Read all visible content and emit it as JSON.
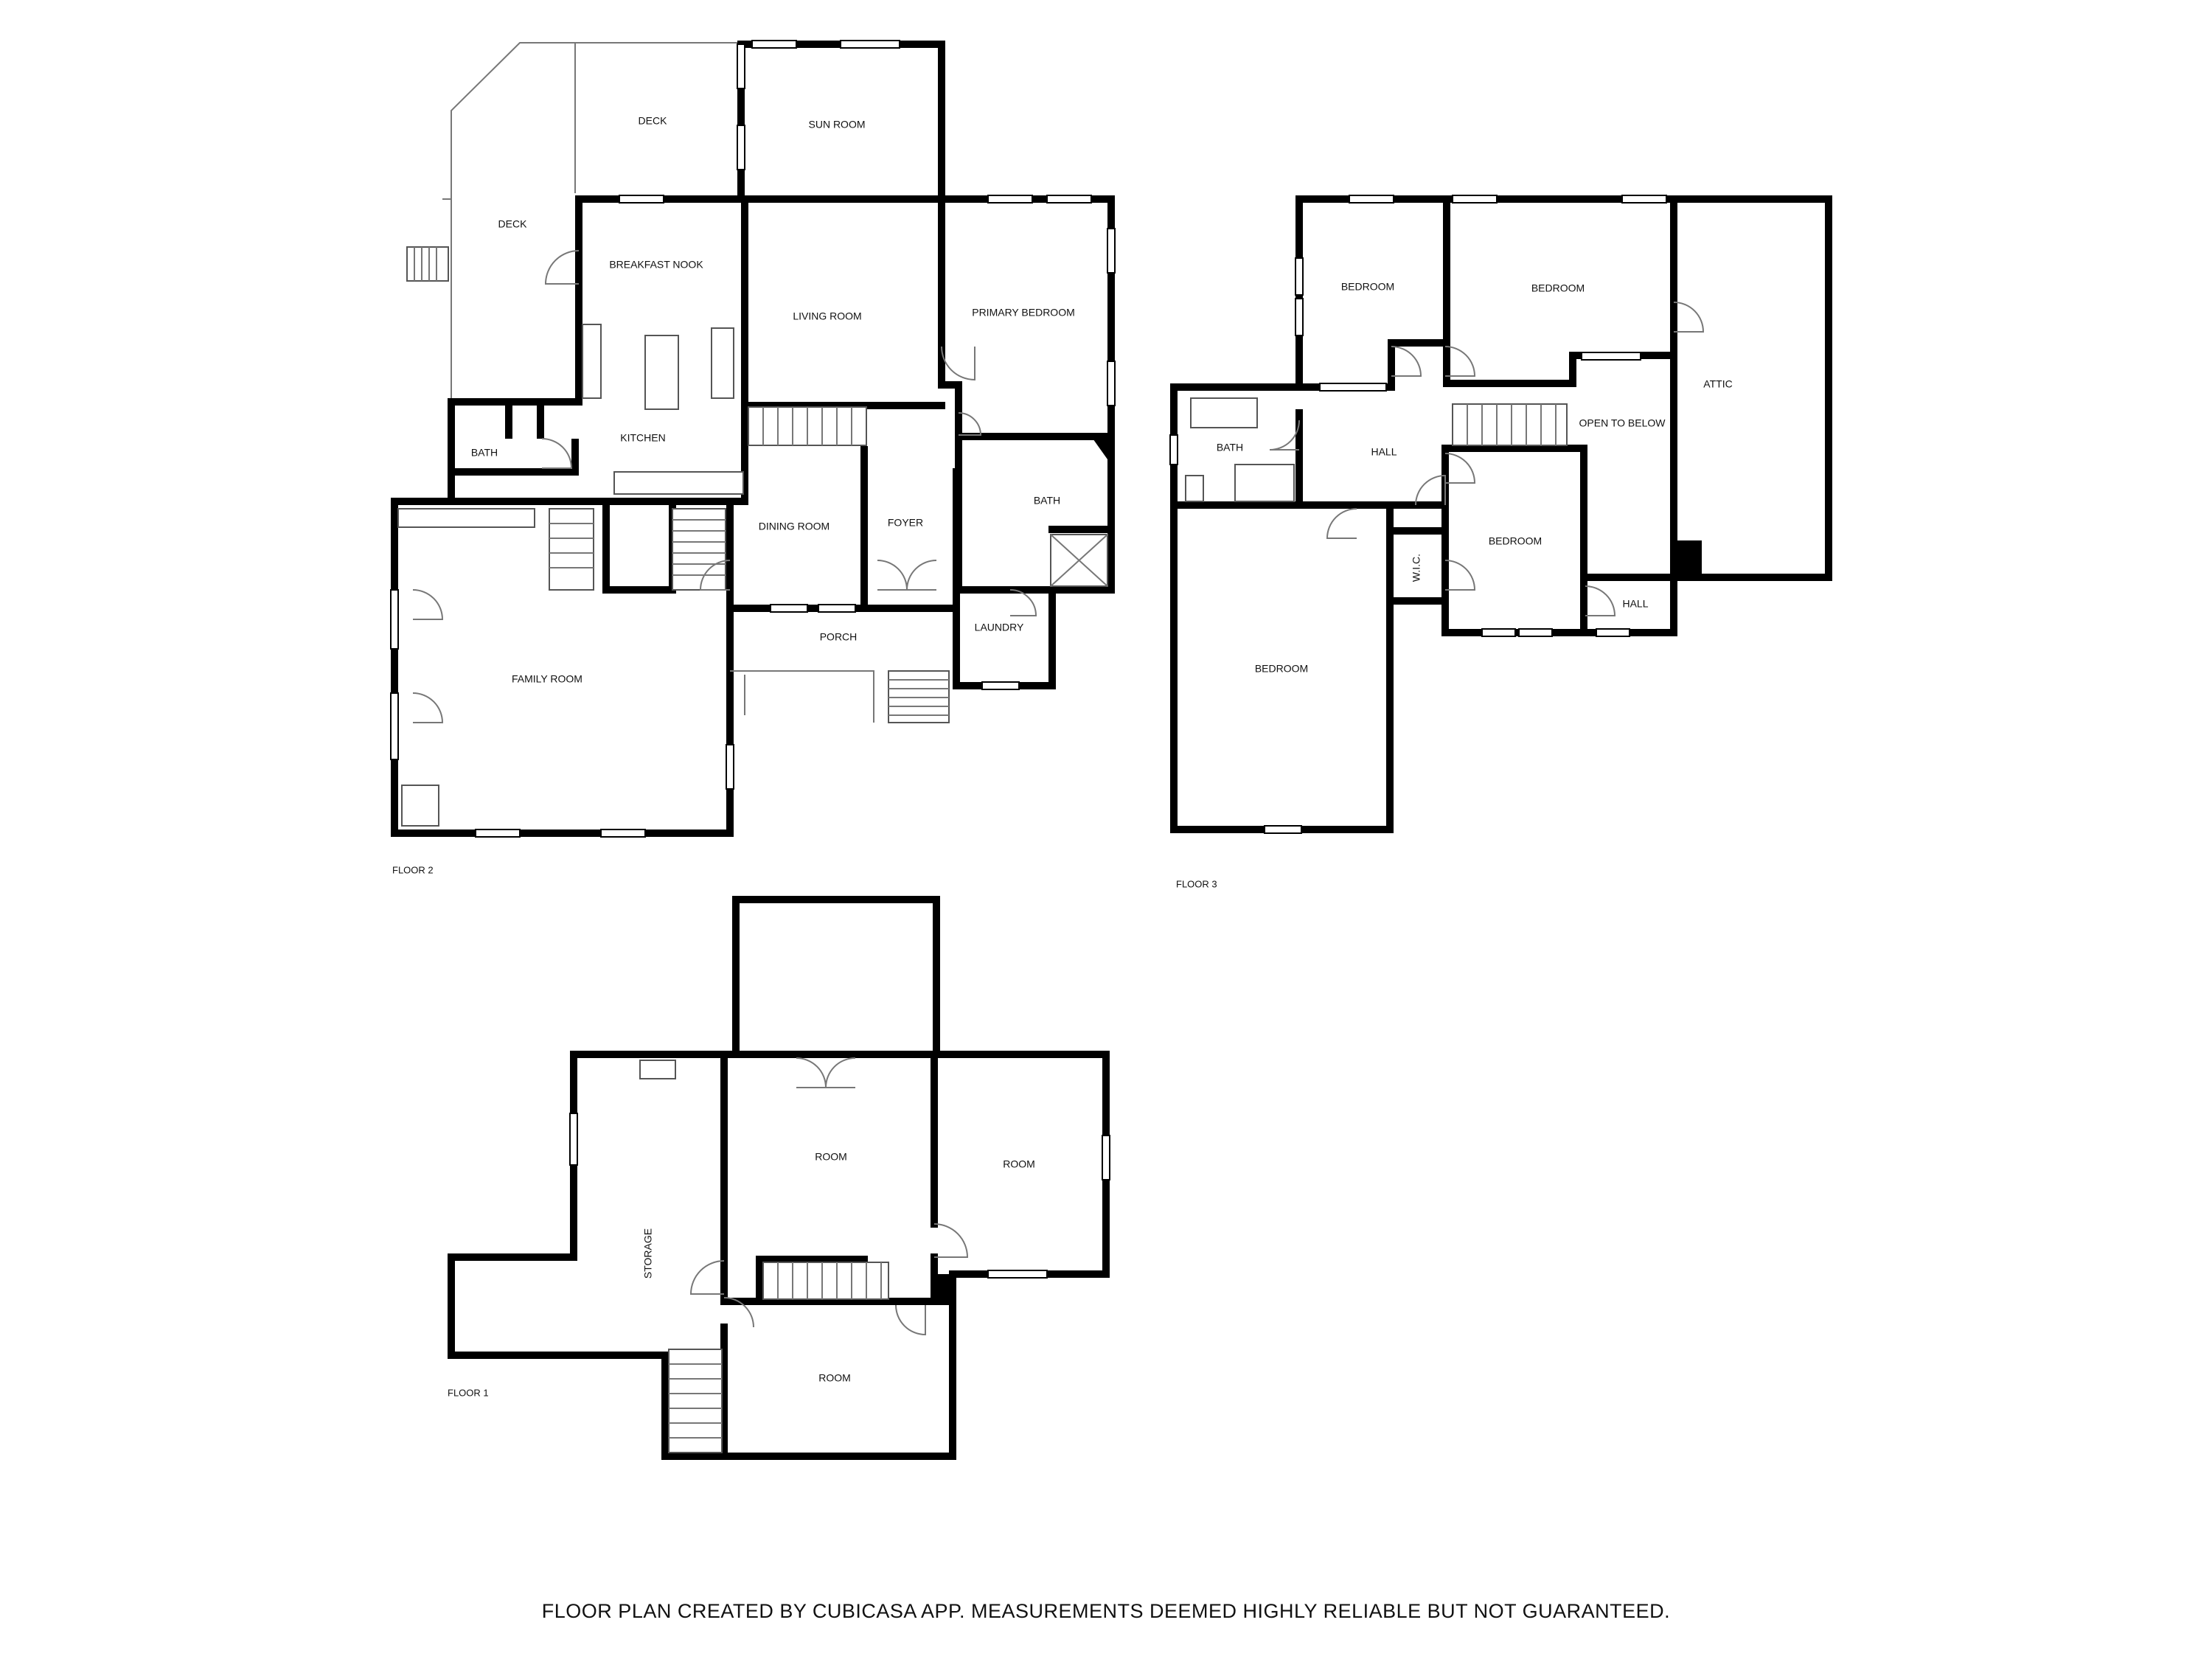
{
  "floors": {
    "floor2": {
      "label": "FLOOR 2",
      "rooms": {
        "deck_left": "DECK",
        "deck_top": "DECK",
        "sun_room": "SUN ROOM",
        "breakfast_nook": "BREAKFAST NOOK",
        "living_room": "LIVING ROOM",
        "primary_bedroom": "PRIMARY BEDROOM",
        "kitchen": "KITCHEN",
        "bath_left": "BATH",
        "bath_right": "BATH",
        "dining_room": "DINING ROOM",
        "foyer": "FOYER",
        "porch": "PORCH",
        "laundry": "LAUNDRY",
        "family_room": "FAMILY ROOM"
      }
    },
    "floor3": {
      "label": "FLOOR 3",
      "rooms": {
        "bedroom_1": "BEDROOM",
        "bedroom_2": "BEDROOM",
        "attic": "ATTIC",
        "bath": "BATH",
        "hall_1": "HALL",
        "open_to_below": "OPEN TO BELOW",
        "bedroom_3": "BEDROOM",
        "wic": "W.I.C.",
        "hall_2": "HALL",
        "bedroom_4": "BEDROOM"
      }
    },
    "floor1": {
      "label": "FLOOR 1",
      "rooms": {
        "storage": "STORAGE",
        "room_center": "ROOM",
        "room_right": "ROOM",
        "room_bottom": "ROOM"
      }
    }
  },
  "footer": {
    "text": "FLOOR PLAN CREATED BY CUBICASA APP. MEASUREMENTS DEEMED HIGHLY RELIABLE BUT NOT GUARANTEED."
  }
}
